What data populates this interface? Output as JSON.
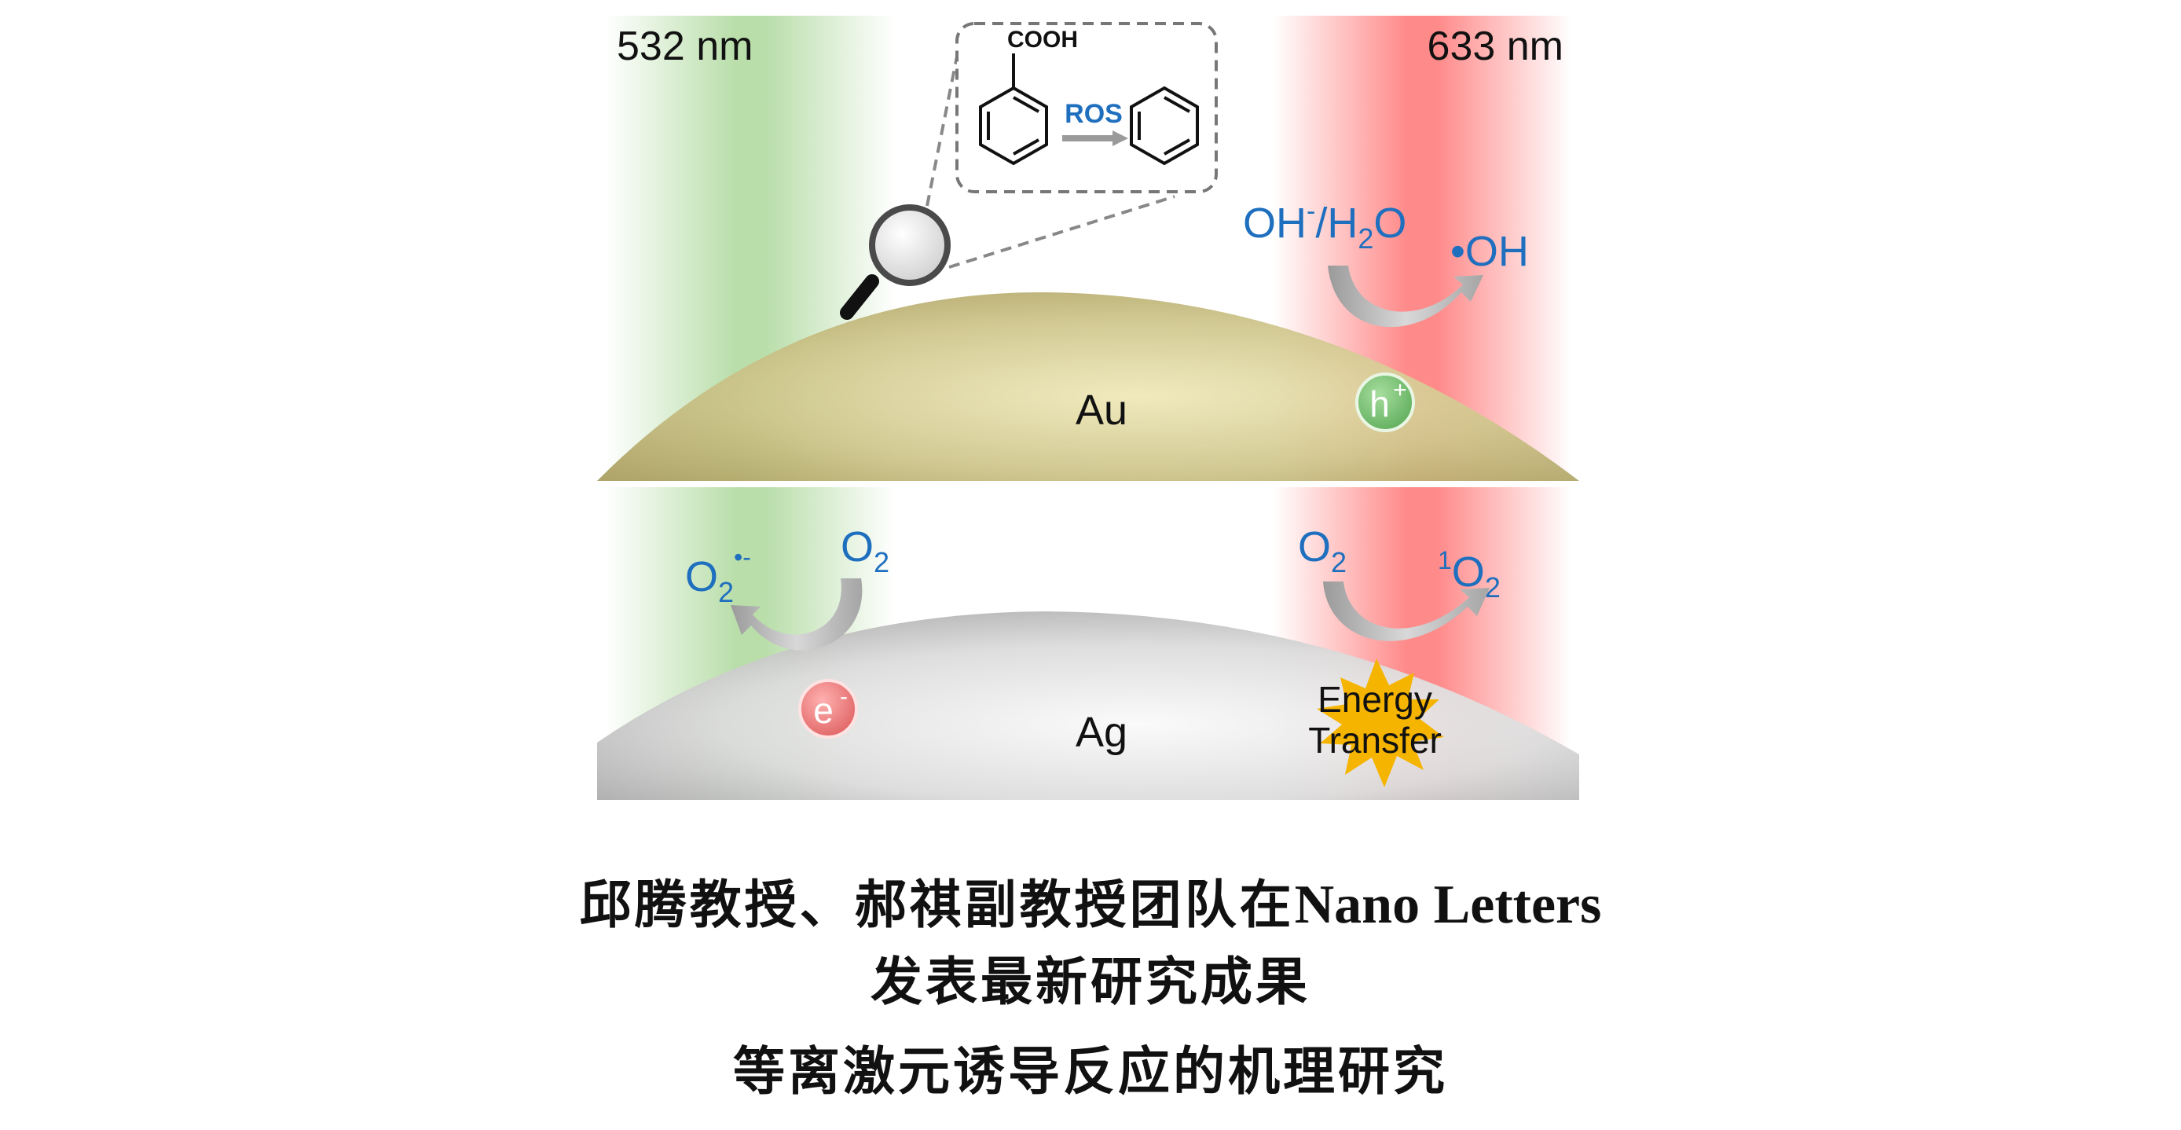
{
  "figure": {
    "wavelength_left": "532 nm",
    "wavelength_right": "633 nm",
    "inset": {
      "group": "COOH",
      "arrow_label": "ROS"
    },
    "au_panel": {
      "metal": "Au",
      "reactant_oh": "OH",
      "reactant_charge": "-",
      "reactant_slash_h": "/H",
      "reactant_sub": "2",
      "reactant_o": "O",
      "product_dot": "•",
      "product_oh": "OH",
      "carrier": "h",
      "carrier_charge": "+"
    },
    "ag_panel": {
      "metal": "Ag",
      "left_product_o": "O",
      "left_product_sub": "2",
      "left_product_sup": "•-",
      "left_reactant_o": "O",
      "left_reactant_sub": "2",
      "carrier": "e",
      "carrier_charge": "-",
      "right_reactant_o": "O",
      "right_reactant_sub": "2",
      "right_product_sup": "1",
      "right_product_o": "O",
      "right_product_sub": "2",
      "energy_line1": "Energy",
      "energy_line2": "Transfer"
    },
    "colors": {
      "green_band": "#b9deaa",
      "red_band": "#ff8a8a",
      "gold": "#bfb57a",
      "silver": "#cfcfcf",
      "species_blue": "#1f6fbf",
      "hole_green": "#7cc47a",
      "electron_red": "#f08080",
      "star_yellow": "#f5b400"
    }
  },
  "caption": {
    "line1_cn": "邱腾教授、郝祺副教授团队在",
    "line1_en": "Nano Letters",
    "line2": "发表最新研究成果",
    "line3": "等离激元诱导反应的机理研究"
  }
}
